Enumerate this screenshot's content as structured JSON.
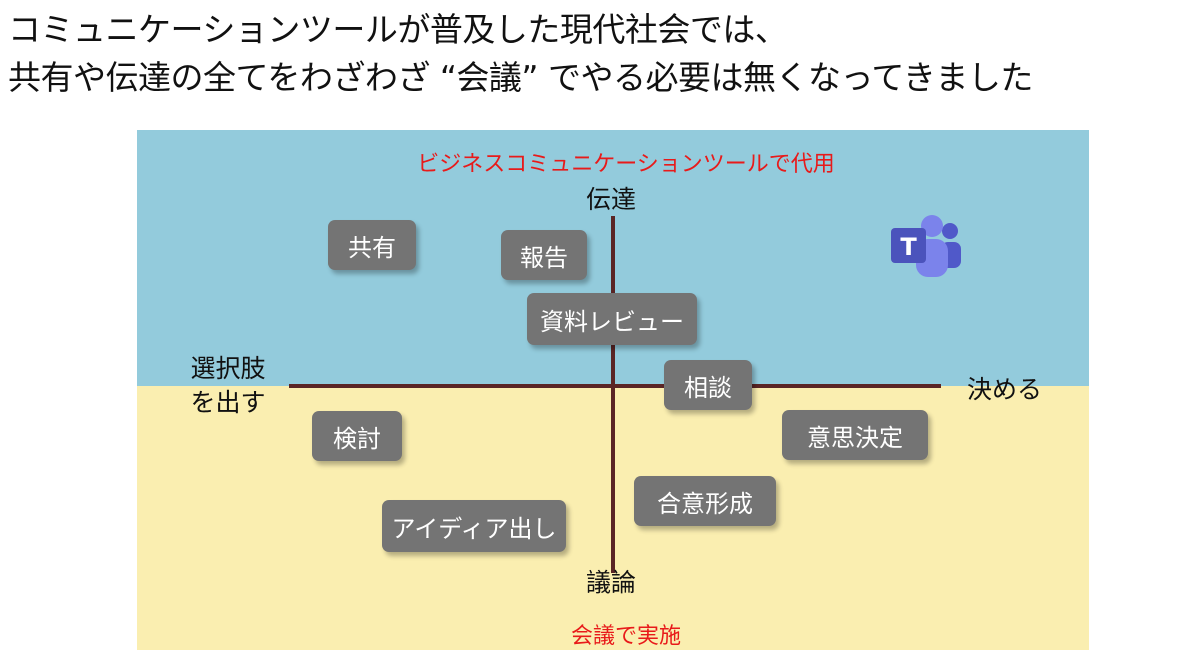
{
  "title": {
    "line1": "コミュニケーションツールが普及した現代社会では、",
    "line2": "共有や伝達の全てをわざわざ “会議” でやる必要は無くなってきました"
  },
  "zones": {
    "upper": "ビジネスコミュニケーションツールで代用",
    "lower": "会議で実施",
    "upper_color": "#93cbdc",
    "lower_color": "#faeeb0",
    "label_color": "#e81a1a"
  },
  "axes": {
    "top": "伝達",
    "bottom": "議論",
    "left": "選択肢を出す",
    "right": "決める",
    "color": "#5a2525"
  },
  "items": {
    "share": "共有",
    "report": "報告",
    "doc_review": "資料レビュー",
    "consult": "相談",
    "examine": "検討",
    "decision": "意思決定",
    "consensus": "合意形成",
    "ideas": "アイディア出し"
  },
  "logo": {
    "icon": "microsoft-teams-icon",
    "letter": "T"
  }
}
